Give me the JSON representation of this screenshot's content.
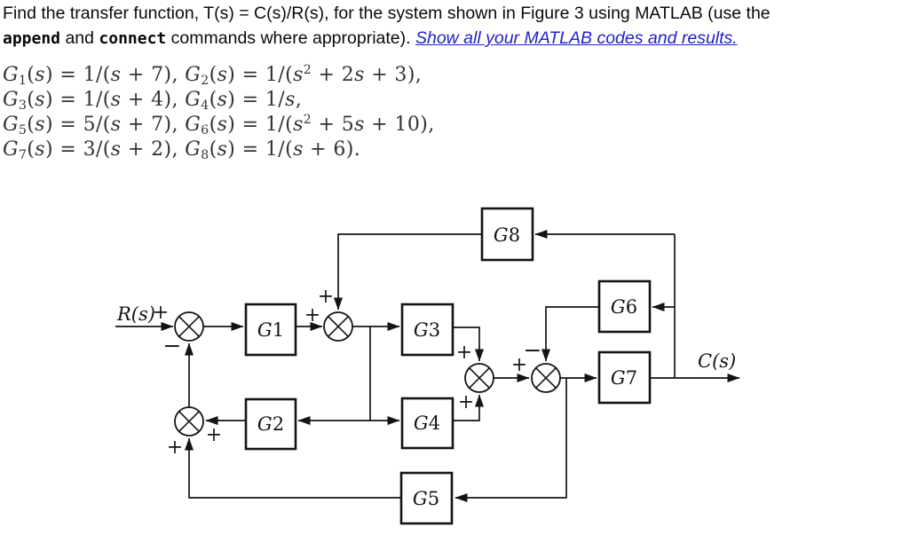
{
  "header": {
    "line1": "Find the transfer function, T(s) = C(s)/R(s), for the system shown in Figure 3 using MATLAB (use the",
    "code1": "append",
    "mid1": " and ",
    "code2": "connect",
    "mid2": " commands where appropriate). ",
    "emphasis": "Show all your MATLAB codes and results."
  },
  "equations": [
    [
      [
        "i",
        "G"
      ],
      [
        "sub",
        "1"
      ],
      [
        "r",
        "("
      ],
      [
        "i",
        "s"
      ],
      [
        "r",
        ") = 1/("
      ],
      [
        "i",
        "s"
      ],
      [
        "r",
        " + 7), "
      ],
      [
        "i",
        "G"
      ],
      [
        "sub",
        "2"
      ],
      [
        "r",
        "("
      ],
      [
        "i",
        "s"
      ],
      [
        "r",
        ") = 1/("
      ],
      [
        "i",
        "s"
      ],
      [
        "sup",
        "2"
      ],
      [
        "r",
        " + 2"
      ],
      [
        "i",
        "s"
      ],
      [
        "r",
        " + 3),"
      ]
    ],
    [
      [
        "i",
        "G"
      ],
      [
        "sub",
        "3"
      ],
      [
        "r",
        "("
      ],
      [
        "i",
        "s"
      ],
      [
        "r",
        ") = 1/("
      ],
      [
        "i",
        "s"
      ],
      [
        "r",
        " + 4), "
      ],
      [
        "i",
        "G"
      ],
      [
        "sub",
        "4"
      ],
      [
        "r",
        "("
      ],
      [
        "i",
        "s"
      ],
      [
        "r",
        ") = 1/"
      ],
      [
        "i",
        "s"
      ],
      [
        "r",
        ","
      ]
    ],
    [
      [
        "i",
        "G"
      ],
      [
        "sub",
        "5"
      ],
      [
        "r",
        "("
      ],
      [
        "i",
        "s"
      ],
      [
        "r",
        ") = 5/("
      ],
      [
        "i",
        "s"
      ],
      [
        "r",
        " + 7), "
      ],
      [
        "i",
        "G"
      ],
      [
        "sub",
        "6"
      ],
      [
        "r",
        "("
      ],
      [
        "i",
        "s"
      ],
      [
        "r",
        ") = 1/("
      ],
      [
        "i",
        "s"
      ],
      [
        "sup",
        "2"
      ],
      [
        "r",
        " + 5"
      ],
      [
        "i",
        "s"
      ],
      [
        "r",
        " + 10),"
      ]
    ],
    [
      [
        "i",
        "G"
      ],
      [
        "sub",
        "7"
      ],
      [
        "r",
        "("
      ],
      [
        "i",
        "s"
      ],
      [
        "r",
        ") = 3/("
      ],
      [
        "i",
        "s"
      ],
      [
        "r",
        " + 2), "
      ],
      [
        "i",
        "G"
      ],
      [
        "sub",
        "8"
      ],
      [
        "r",
        "("
      ],
      [
        "i",
        "s"
      ],
      [
        "r",
        ") = 1/("
      ],
      [
        "i",
        "s"
      ],
      [
        "r",
        " + 6)."
      ]
    ]
  ],
  "diagram": {
    "input_label": "R(s)",
    "output_label": "C(s)",
    "blocks": {
      "g1": {
        "letter": "G",
        "num": "1"
      },
      "g2": {
        "letter": "G",
        "num": "2"
      },
      "g3": {
        "letter": "G",
        "num": "3"
      },
      "g4": {
        "letter": "G",
        "num": "4"
      },
      "g5": {
        "letter": "G",
        "num": "5"
      },
      "g6": {
        "letter": "G",
        "num": "6"
      },
      "g7": {
        "letter": "G",
        "num": "7"
      },
      "g8": {
        "letter": "G",
        "num": "8"
      }
    },
    "signs": {
      "plus": "+",
      "minus": "−"
    }
  },
  "colors": {
    "link_blue": "#2222cc",
    "diagram_ink": "#141414",
    "equation_ink": "#333333"
  }
}
